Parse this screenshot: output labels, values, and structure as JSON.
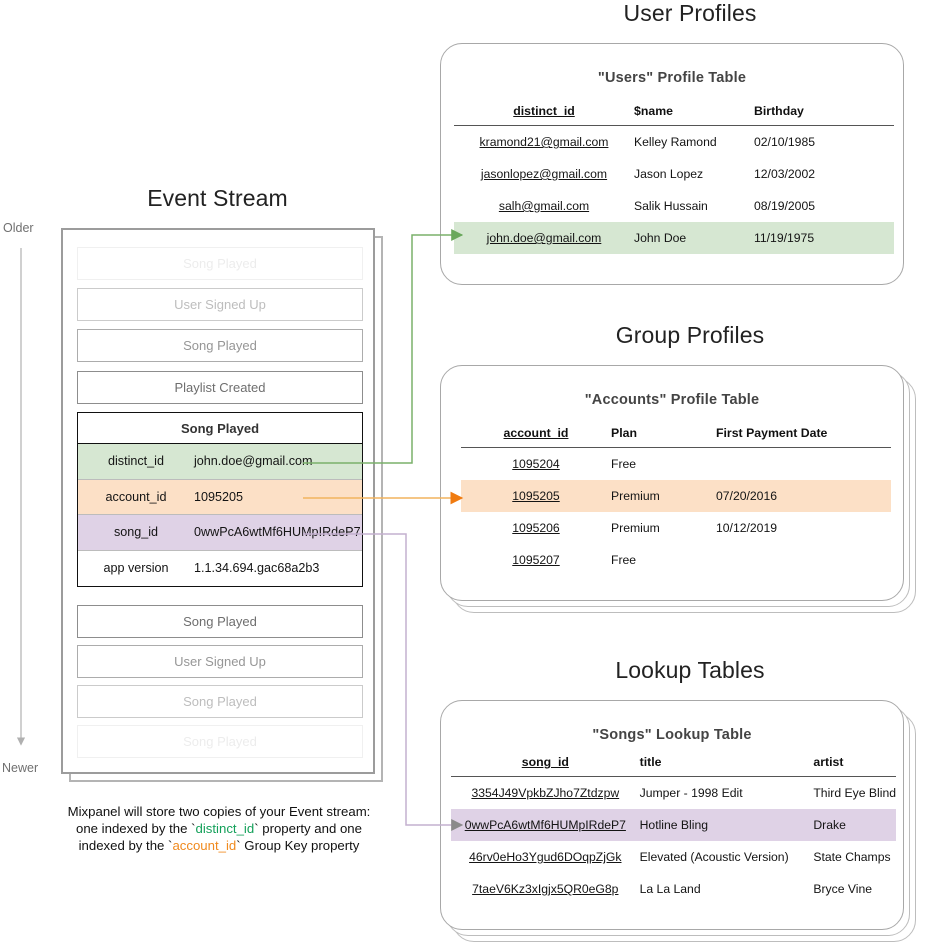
{
  "sections": {
    "event_stream_title": "Event Stream",
    "user_profiles_title": "User Profiles",
    "group_profiles_title": "Group Profiles",
    "lookup_tables_title": "Lookup Tables"
  },
  "axis": {
    "older": "Older",
    "newer": "Newer"
  },
  "event_stream": {
    "events_above": [
      {
        "label": "Song Played",
        "fade": "f1"
      },
      {
        "label": "User Signed Up",
        "fade": "f2"
      },
      {
        "label": "Song Played",
        "fade": "f3"
      },
      {
        "label": "Playlist Created",
        "fade": "f4"
      }
    ],
    "expanded_event": {
      "name": "Song Played",
      "properties": [
        {
          "key": "distinct_id",
          "value": "john.doe@gmail.com",
          "highlight": "green"
        },
        {
          "key": "account_id",
          "value": "1095205",
          "highlight": "orange"
        },
        {
          "key": "song_id",
          "value": "0wwPcA6wtMf6HUMpIRdeP7",
          "highlight": "purple"
        },
        {
          "key": "app version",
          "value": "1.1.34.694.gac68a2b3",
          "highlight": "plain"
        }
      ]
    },
    "events_below": [
      {
        "label": "Song Played",
        "fade": "f4"
      },
      {
        "label": "User Signed Up",
        "fade": "f3"
      },
      {
        "label": "Song Played",
        "fade": "f2"
      },
      {
        "label": "Song Played",
        "fade": "f1"
      }
    ]
  },
  "caption": {
    "line1": "Mixpanel will store two copies of your Event stream:",
    "line2_pre": "one indexed by the `",
    "line2_token": "distinct_id",
    "line2_post": "` property and one",
    "line3_pre": "indexed by the `",
    "line3_token": "account_id",
    "line3_post": "` Group Key property"
  },
  "users_table": {
    "title": "\"Users\" Profile Table",
    "columns": [
      "distinct_id",
      "$name",
      "Birthday"
    ],
    "rows": [
      {
        "cells": [
          "kramond21@gmail.com",
          "Kelley Ramond",
          "02/10/1985"
        ],
        "highlight": ""
      },
      {
        "cells": [
          "jasonlopez@gmail.com",
          "Jason Lopez",
          "12/03/2002"
        ],
        "highlight": ""
      },
      {
        "cells": [
          "salh@gmail.com",
          "Salik Hussain",
          "08/19/2005"
        ],
        "highlight": ""
      },
      {
        "cells": [
          "john.doe@gmail.com",
          "John Doe",
          "11/19/1975"
        ],
        "highlight": "hl-green"
      }
    ]
  },
  "accounts_table": {
    "title": "\"Accounts\" Profile Table",
    "columns": [
      "account_id",
      "Plan",
      "First Payment Date"
    ],
    "rows": [
      {
        "cells": [
          "1095204",
          "Free",
          ""
        ],
        "highlight": ""
      },
      {
        "cells": [
          "1095205",
          "Premium",
          "07/20/2016"
        ],
        "highlight": "hl-orange"
      },
      {
        "cells": [
          "1095206",
          "Premium",
          "10/12/2019"
        ],
        "highlight": ""
      },
      {
        "cells": [
          "1095207",
          "Free",
          ""
        ],
        "highlight": ""
      }
    ]
  },
  "songs_table": {
    "title": "\"Songs\" Lookup Table",
    "columns": [
      "song_id",
      "title",
      "artist"
    ],
    "rows": [
      {
        "cells": [
          "3354J49VpkbZJho7Ztdzpw",
          "Jumper - 1998 Edit",
          "Third Eye Blind"
        ],
        "highlight": ""
      },
      {
        "cells": [
          "0wwPcA6wtMf6HUMpIRdeP7",
          "Hotline Bling",
          "Drake"
        ],
        "highlight": "hl-purple"
      },
      {
        "cells": [
          "46rv0eHo3Ygud6DOqpZjGk",
          "Elevated (Acoustic Version)",
          "State Champs"
        ],
        "highlight": ""
      },
      {
        "cells": [
          "7taeV6Kz3xIgjx5QR0eG8p",
          "La La Land",
          "Bryce Vine"
        ],
        "highlight": ""
      }
    ]
  },
  "colors": {
    "green_highlight": "#d6e7d2",
    "orange_highlight": "#fce0c6",
    "purple_highlight": "#dfd2e6",
    "green_wire": "#7ab06a",
    "orange_wire": "#f0a830",
    "purple_wire": "#c4b0cf",
    "card_border": "#a8a8a8",
    "axis_gray": "#b0b0b0"
  }
}
